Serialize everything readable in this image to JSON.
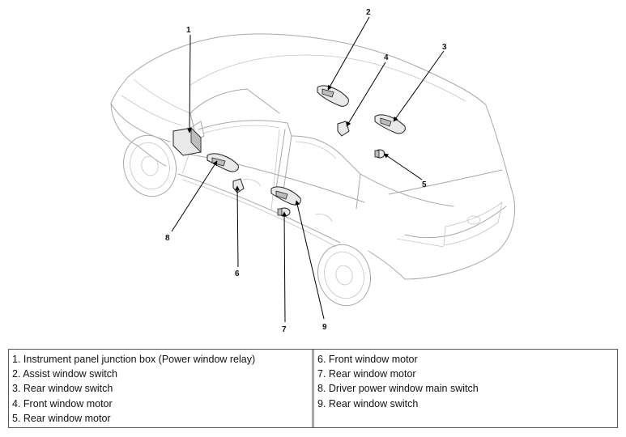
{
  "diagram": {
    "callouts": [
      "1",
      "2",
      "3",
      "4",
      "5",
      "6",
      "7",
      "8",
      "9"
    ]
  },
  "legend": {
    "left": [
      "1. Instrument panel junction box (Power window relay)",
      "2. Assist window switch",
      "3. Rear window switch",
      "4. Front window motor",
      "5. Rear window motor"
    ],
    "right": [
      "6. Front window motor",
      "7. Rear window motor",
      "8. Driver power window main switch",
      "9. Rear window switch"
    ]
  }
}
